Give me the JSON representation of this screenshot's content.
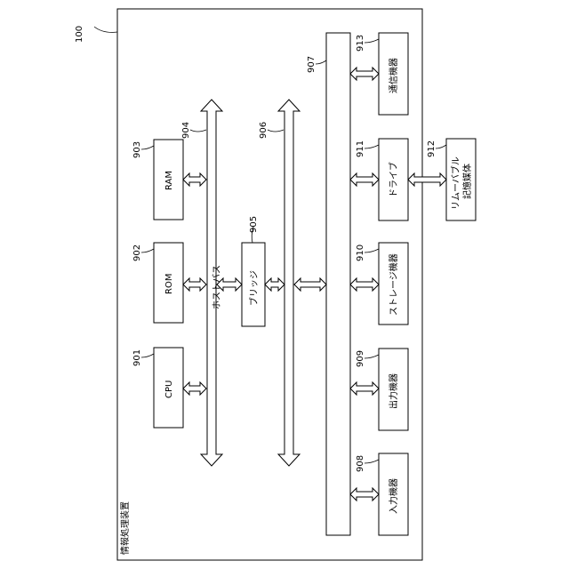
{
  "diagram": {
    "device_ref": "100",
    "device_title": "情報処理装置",
    "components": {
      "cpu": {
        "ref": "901",
        "label": "CPU"
      },
      "rom": {
        "ref": "902",
        "label": "ROM"
      },
      "ram": {
        "ref": "903",
        "label": "RAM"
      },
      "host_bus": {
        "ref": "904",
        "label": "ホストバス"
      },
      "bridge": {
        "ref": "905",
        "label": "ブリッジ"
      },
      "external_bus": {
        "ref": "906"
      },
      "interface": {
        "ref": "907"
      },
      "input_device": {
        "ref": "908",
        "label": "入力機器"
      },
      "output_device": {
        "ref": "909",
        "label": "出力機器"
      },
      "storage_device": {
        "ref": "910",
        "label": "ストレージ機器"
      },
      "drive": {
        "ref": "911",
        "label": "ドライブ"
      },
      "removable_media": {
        "ref": "912",
        "label_line1": "リムーバブル",
        "label_line2": "記憶媒体"
      },
      "communication_device": {
        "ref": "913",
        "label": "通信機器"
      }
    }
  }
}
